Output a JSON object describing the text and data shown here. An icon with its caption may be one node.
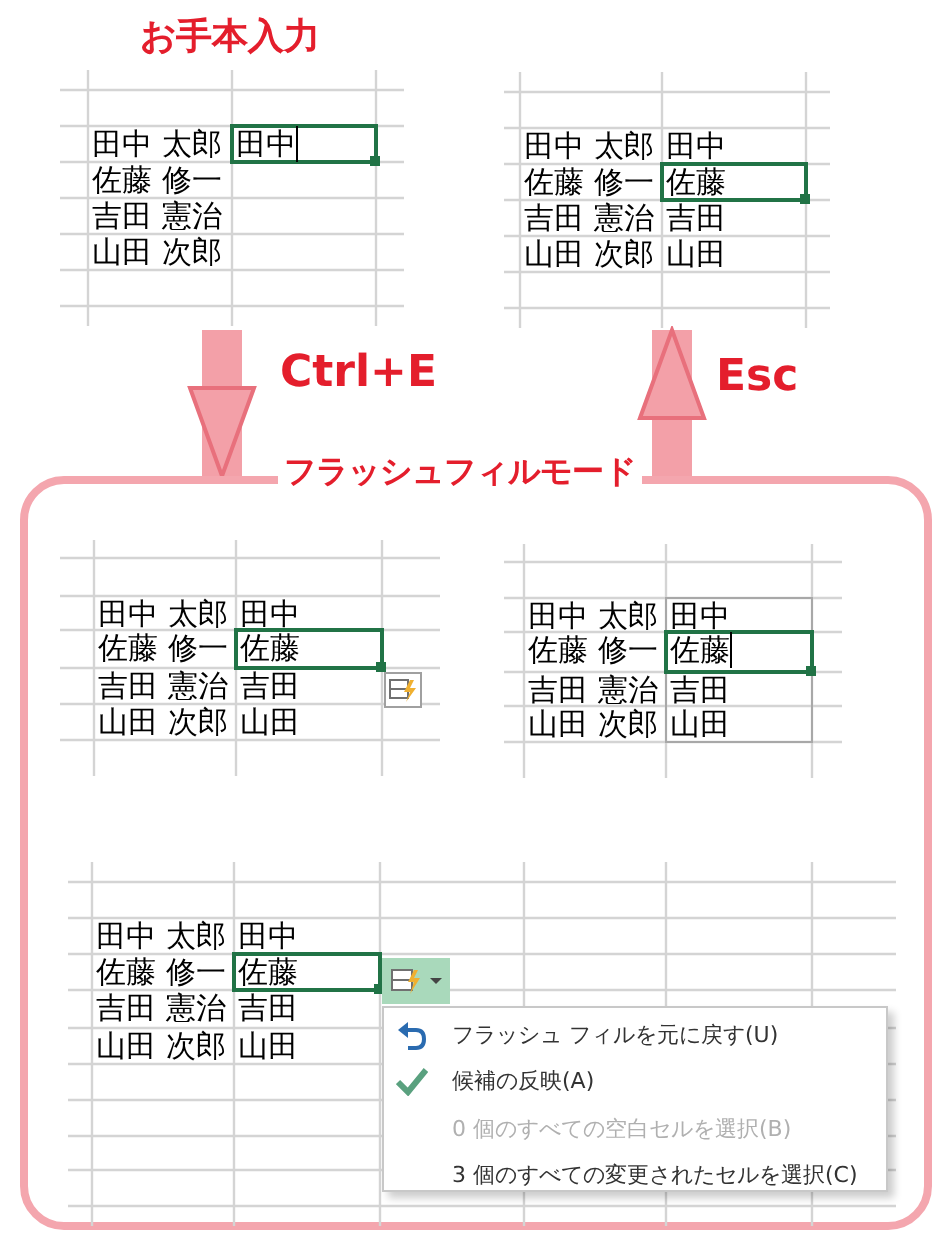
{
  "diagram": {
    "nodes": [
      {
        "text": [
          "お手本入力",
          "田中 太郎",
          "田中",
          "佐藤 修一",
          "吉田 憲治",
          "山田 次郎"
        ]
      },
      {
        "text": [
          "田中 太郎",
          "田中",
          "佐藤 修一",
          "佐藤",
          "吉田 憲治",
          "吉田",
          "山田 次郎",
          "山田"
        ]
      },
      {
        "text": [
          "フラッシュフィルモード"
        ]
      },
      {
        "text": [
          "田中 太郎",
          "田中",
          "佐藤 修一",
          "佐藤",
          "吉田 憲治",
          "吉田",
          "山田 次郎",
          "山田"
        ],
        "in": 2
      },
      {
        "text": [
          "田中 太郎",
          "田中",
          "佐藤 修一",
          "佐藤",
          "吉田 憲治",
          "吉田",
          "山田 次郎",
          "山田"
        ],
        "in": 2
      },
      {
        "text": [
          "田中 太郎",
          "田中",
          "佐藤 修一",
          "佐藤",
          "吉田 憲治",
          "吉田",
          "山田 次郎",
          "山田"
        ],
        "in": 2
      },
      {
        "text": [
          "フラッシュ フィルを元に戻す(U)",
          "候補の反映(A)",
          "0 個のすべての空白セルを選択(B)",
          "3 個のすべての変更されたセルを選択(C)"
        ],
        "in": 5
      }
    ],
    "edges": [
      {
        "from": 0,
        "to": 2,
        "arrow": "to",
        "label": "Ctrl+E"
      },
      {
        "from": 2,
        "to": 1,
        "arrow": "to",
        "label": "Esc"
      }
    ]
  }
}
